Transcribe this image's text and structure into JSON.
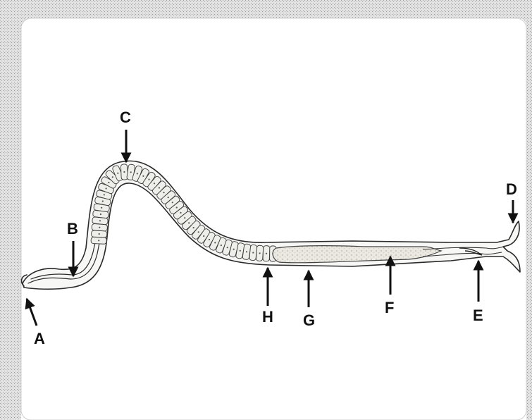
{
  "labels": {
    "A": "A",
    "B": "B",
    "C": "C",
    "D": "D",
    "E": "E",
    "F": "F",
    "G": "G",
    "H": "H"
  },
  "colors": {
    "frame_border": "#b9b9b9",
    "page_background": "#ffffff",
    "ink": "#111111",
    "body_fill": "#f7f7f5",
    "segment_fill": "#eeeeea",
    "intestine_fill": "#e8e6df"
  }
}
